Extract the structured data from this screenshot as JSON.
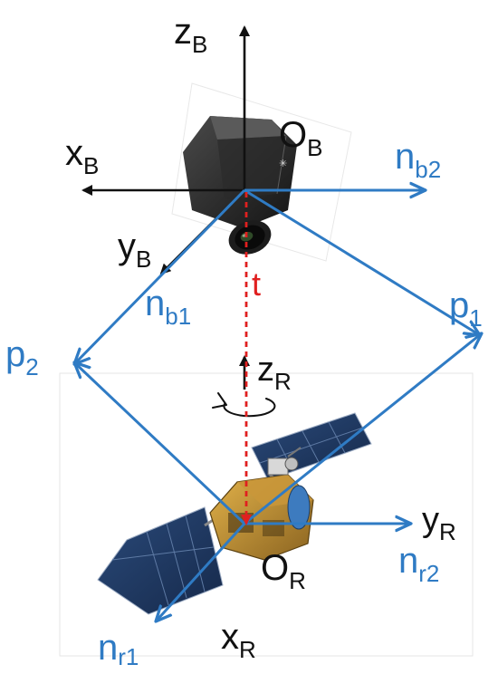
{
  "colors": {
    "black": "#111111",
    "blue": "#2f7bc4",
    "red": "#e02020"
  },
  "icons": {
    "camera": "camera-icon",
    "satellite": "satellite-icon",
    "rotation": "rotation-arrow-icon"
  },
  "labels": {
    "zB": {
      "main": "z",
      "sub": "B"
    },
    "OB": {
      "main": "O",
      "sub": "B"
    },
    "xB": {
      "main": "x",
      "sub": "B"
    },
    "yB": {
      "main": "y",
      "sub": "B"
    },
    "nb2": {
      "main": "n",
      "sub": "b2"
    },
    "nb1": {
      "main": "n",
      "sub": "b1"
    },
    "t": {
      "main": "t"
    },
    "p1": {
      "main": "p",
      "sub": "1"
    },
    "p2": {
      "main": "p",
      "sub": "2"
    },
    "zR": {
      "main": "z",
      "sub": "R"
    },
    "yR": {
      "main": "y",
      "sub": "R"
    },
    "OR": {
      "main": "O",
      "sub": "R"
    },
    "nr2": {
      "main": "n",
      "sub": "r2"
    },
    "nr1": {
      "main": "n",
      "sub": "r1"
    },
    "xR": {
      "main": "x",
      "sub": "R"
    }
  }
}
